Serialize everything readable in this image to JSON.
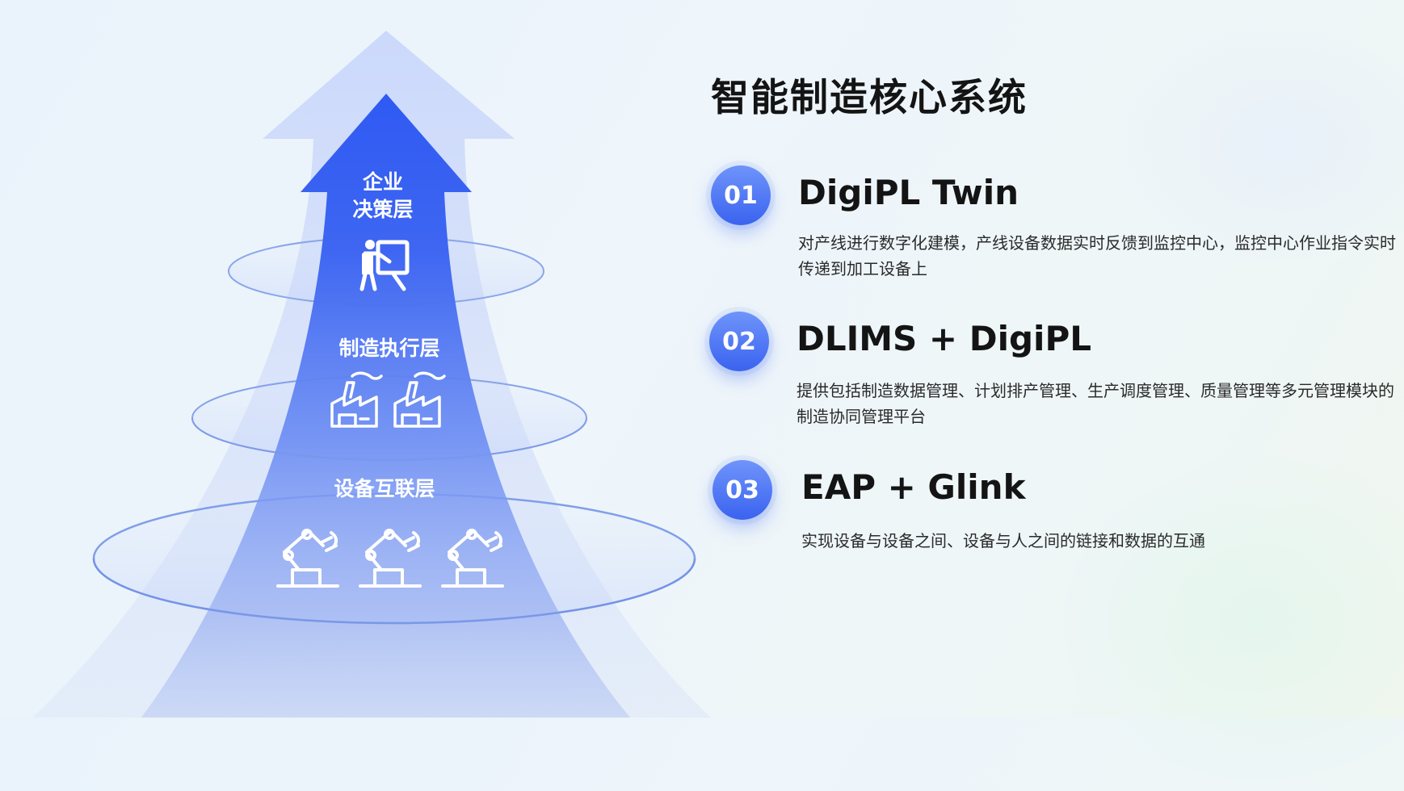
{
  "title": "智能制造核心系统",
  "layers": [
    {
      "label_lines": [
        "企业",
        "决策层"
      ],
      "icon": "presentation-board-icon"
    },
    {
      "label_lines": [
        "制造执行层"
      ],
      "icon": "factory-icon"
    },
    {
      "label_lines": [
        "设备互联层"
      ],
      "icon": "robot-arm-icon"
    }
  ],
  "items": [
    {
      "number": "01",
      "title": "DigiPL Twin",
      "description": "对产线进行数字化建模，产线设备数据实时反馈到监控中心，监控中心作业指令实时传递到加工设备上"
    },
    {
      "number": "02",
      "title": "DLIMS + DigiPL",
      "description": "提供包括制造数据管理、计划排产管理、生产调度管理、质量管理等多元管理模块的制造协同管理平台"
    },
    {
      "number": "03",
      "title": "EAP + Glink",
      "description": "实现设备与设备之间、设备与人之间的链接和数据的互通"
    }
  ],
  "colors": {
    "accent": "#3a63ef",
    "accent_light": "#6f94fb",
    "text": "#141414"
  }
}
